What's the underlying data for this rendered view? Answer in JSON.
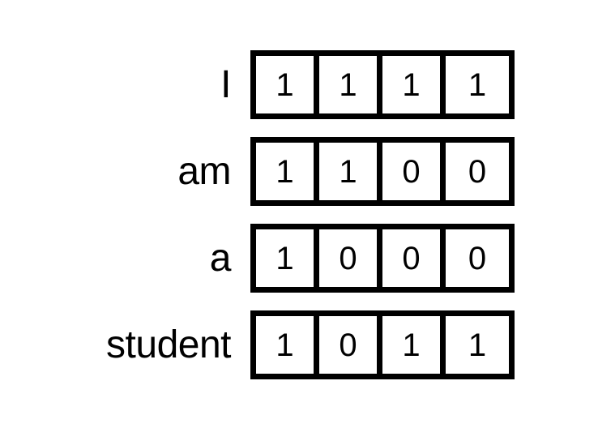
{
  "figure": {
    "background_color": "#ffffff",
    "text_color": "#000000",
    "border_color": "#000000",
    "type": "binary-matrix-diagram"
  },
  "rows": [
    {
      "label": "I",
      "values": [
        "1",
        "1",
        "1",
        "1"
      ]
    },
    {
      "label": "am",
      "values": [
        "1",
        "1",
        "0",
        "0"
      ]
    },
    {
      "label": "a",
      "values": [
        "1",
        "0",
        "0",
        "0"
      ]
    },
    {
      "label": "student",
      "values": [
        "1",
        "0",
        "1",
        "1"
      ]
    }
  ]
}
